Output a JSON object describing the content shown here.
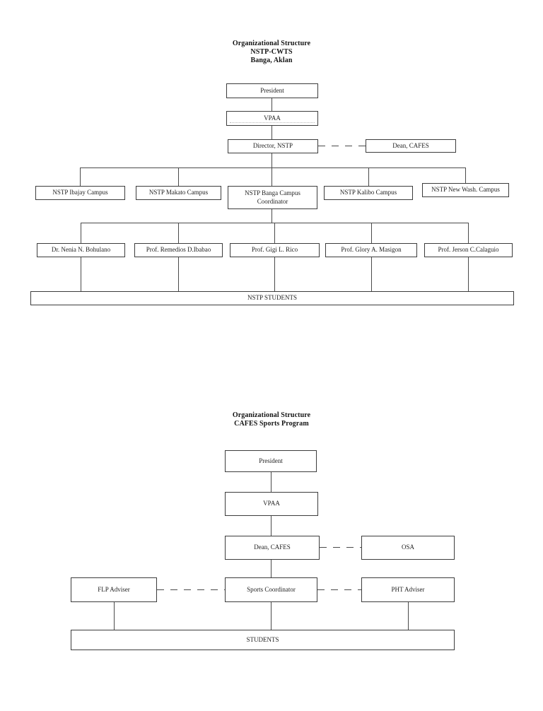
{
  "chart1": {
    "title": [
      "Organizational Structure",
      "NSTP-CWTS",
      "Banga, Aklan"
    ],
    "nodes": {
      "president": "President",
      "vpaa": "VPAA",
      "director_nstp": "Director, NSTP",
      "dean_cafes": "Dean, CAFES",
      "campus_ibajay": "NSTP Ibajay Campus",
      "campus_makato": "NSTP Makato Campus",
      "campus_banga": "NSTP Banga Campus\nCoordinator",
      "campus_kalibo": "NSTP Kalibo Campus",
      "campus_new_wash": "NSTP New Wash. Campus",
      "coordinator_1": "Dr. Nenia N. Bohulano",
      "coordinator_2": "Prof. Remedios D.Ibabao",
      "coordinator_3": "Prof. Gigi L. Rico",
      "coordinator_4": "Prof. Glory A. Masigon",
      "coordinator_5": "Prof. Jerson C.Calaguio",
      "students": "NSTP STUDENTS"
    }
  },
  "chart2": {
    "title": [
      "Organizational Structure",
      "CAFES Sports Program"
    ],
    "nodes": {
      "president": "President",
      "vpaa": "VPAA",
      "dean_cafes": "Dean, CAFES",
      "osa": "OSA",
      "flp_adviser": "FLP Adviser",
      "sports_coordinator": "Sports Coordinator",
      "pht_adviser": "PHT Adviser",
      "students": "STUDENTS"
    }
  },
  "colors": {
    "background": "#ffffff",
    "box_border": "#3c3c3c",
    "connector_line": "#4a4a4a",
    "text": "#1f1f1f"
  }
}
